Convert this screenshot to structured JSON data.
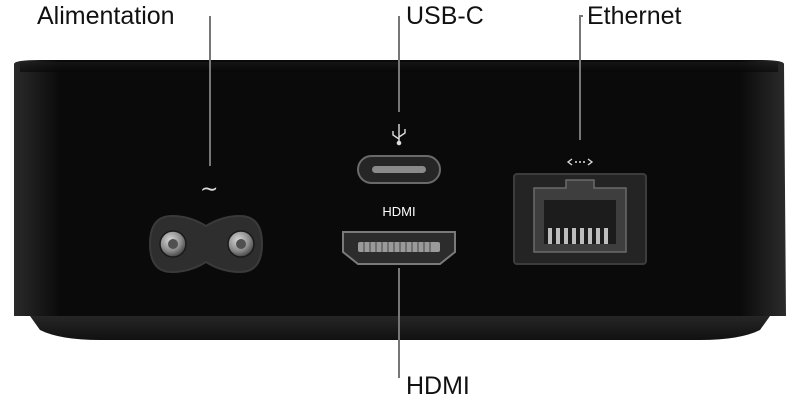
{
  "callouts": {
    "power": "Alimentation",
    "usbc": "USB-C",
    "ethernet": "Ethernet",
    "hdmi": "HDMI"
  },
  "port_labels": {
    "hdmi": "HDMI",
    "usb_symbol": "usb-icon",
    "ethernet_symbol": "ethernet-icon",
    "power_symbol": "ac-tilde-icon"
  },
  "colors": {
    "device_body": "#0c0c0c",
    "callout_line": "#777777",
    "label_text": "#111111"
  }
}
